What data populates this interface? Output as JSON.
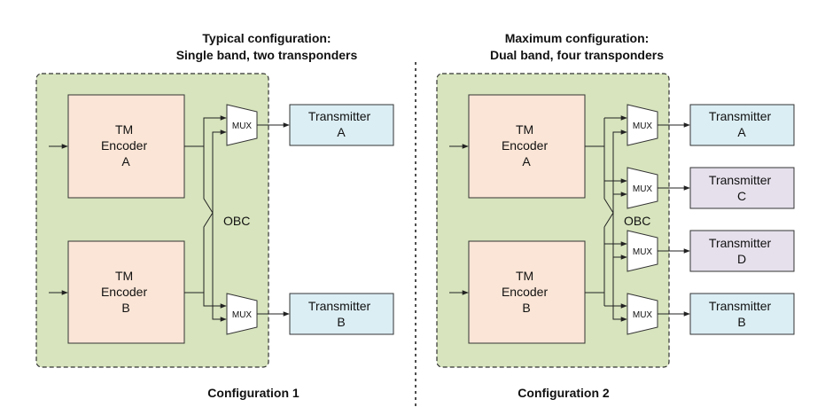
{
  "config1": {
    "title_line1": "Typical configuration:",
    "title_line2": "Single band, two transponders",
    "caption": "Configuration 1",
    "obc_label": "OBC",
    "encoders": [
      {
        "lines": [
          "TM",
          "Encoder",
          "A"
        ]
      },
      {
        "lines": [
          "TM",
          "Encoder",
          "B"
        ]
      }
    ],
    "muxes": [
      "MUX",
      "MUX"
    ],
    "transmitters": [
      {
        "lines": [
          "Transmitter",
          "A"
        ]
      },
      {
        "lines": [
          "Transmitter",
          "B"
        ]
      }
    ]
  },
  "config2": {
    "title_line1": "Maximum configuration:",
    "title_line2": "Dual band, four transponders",
    "caption": "Configuration 2",
    "obc_label": "OBC",
    "encoders": [
      {
        "lines": [
          "TM",
          "Encoder",
          "A"
        ]
      },
      {
        "lines": [
          "TM",
          "Encoder",
          "B"
        ]
      }
    ],
    "muxes": [
      "MUX",
      "MUX",
      "MUX",
      "MUX"
    ],
    "transmitters": [
      {
        "lines": [
          "Transmitter",
          "A"
        ]
      },
      {
        "lines": [
          "Transmitter",
          "C"
        ]
      },
      {
        "lines": [
          "Transmitter",
          "D"
        ]
      },
      {
        "lines": [
          "Transmitter",
          "B"
        ]
      }
    ]
  },
  "colors": {
    "obc_fill": "#d7e4bd",
    "encoder_fill": "#fbe5d6",
    "transmitter_blue": "#dbeef4",
    "transmitter_lilac": "#e6e0ec"
  }
}
